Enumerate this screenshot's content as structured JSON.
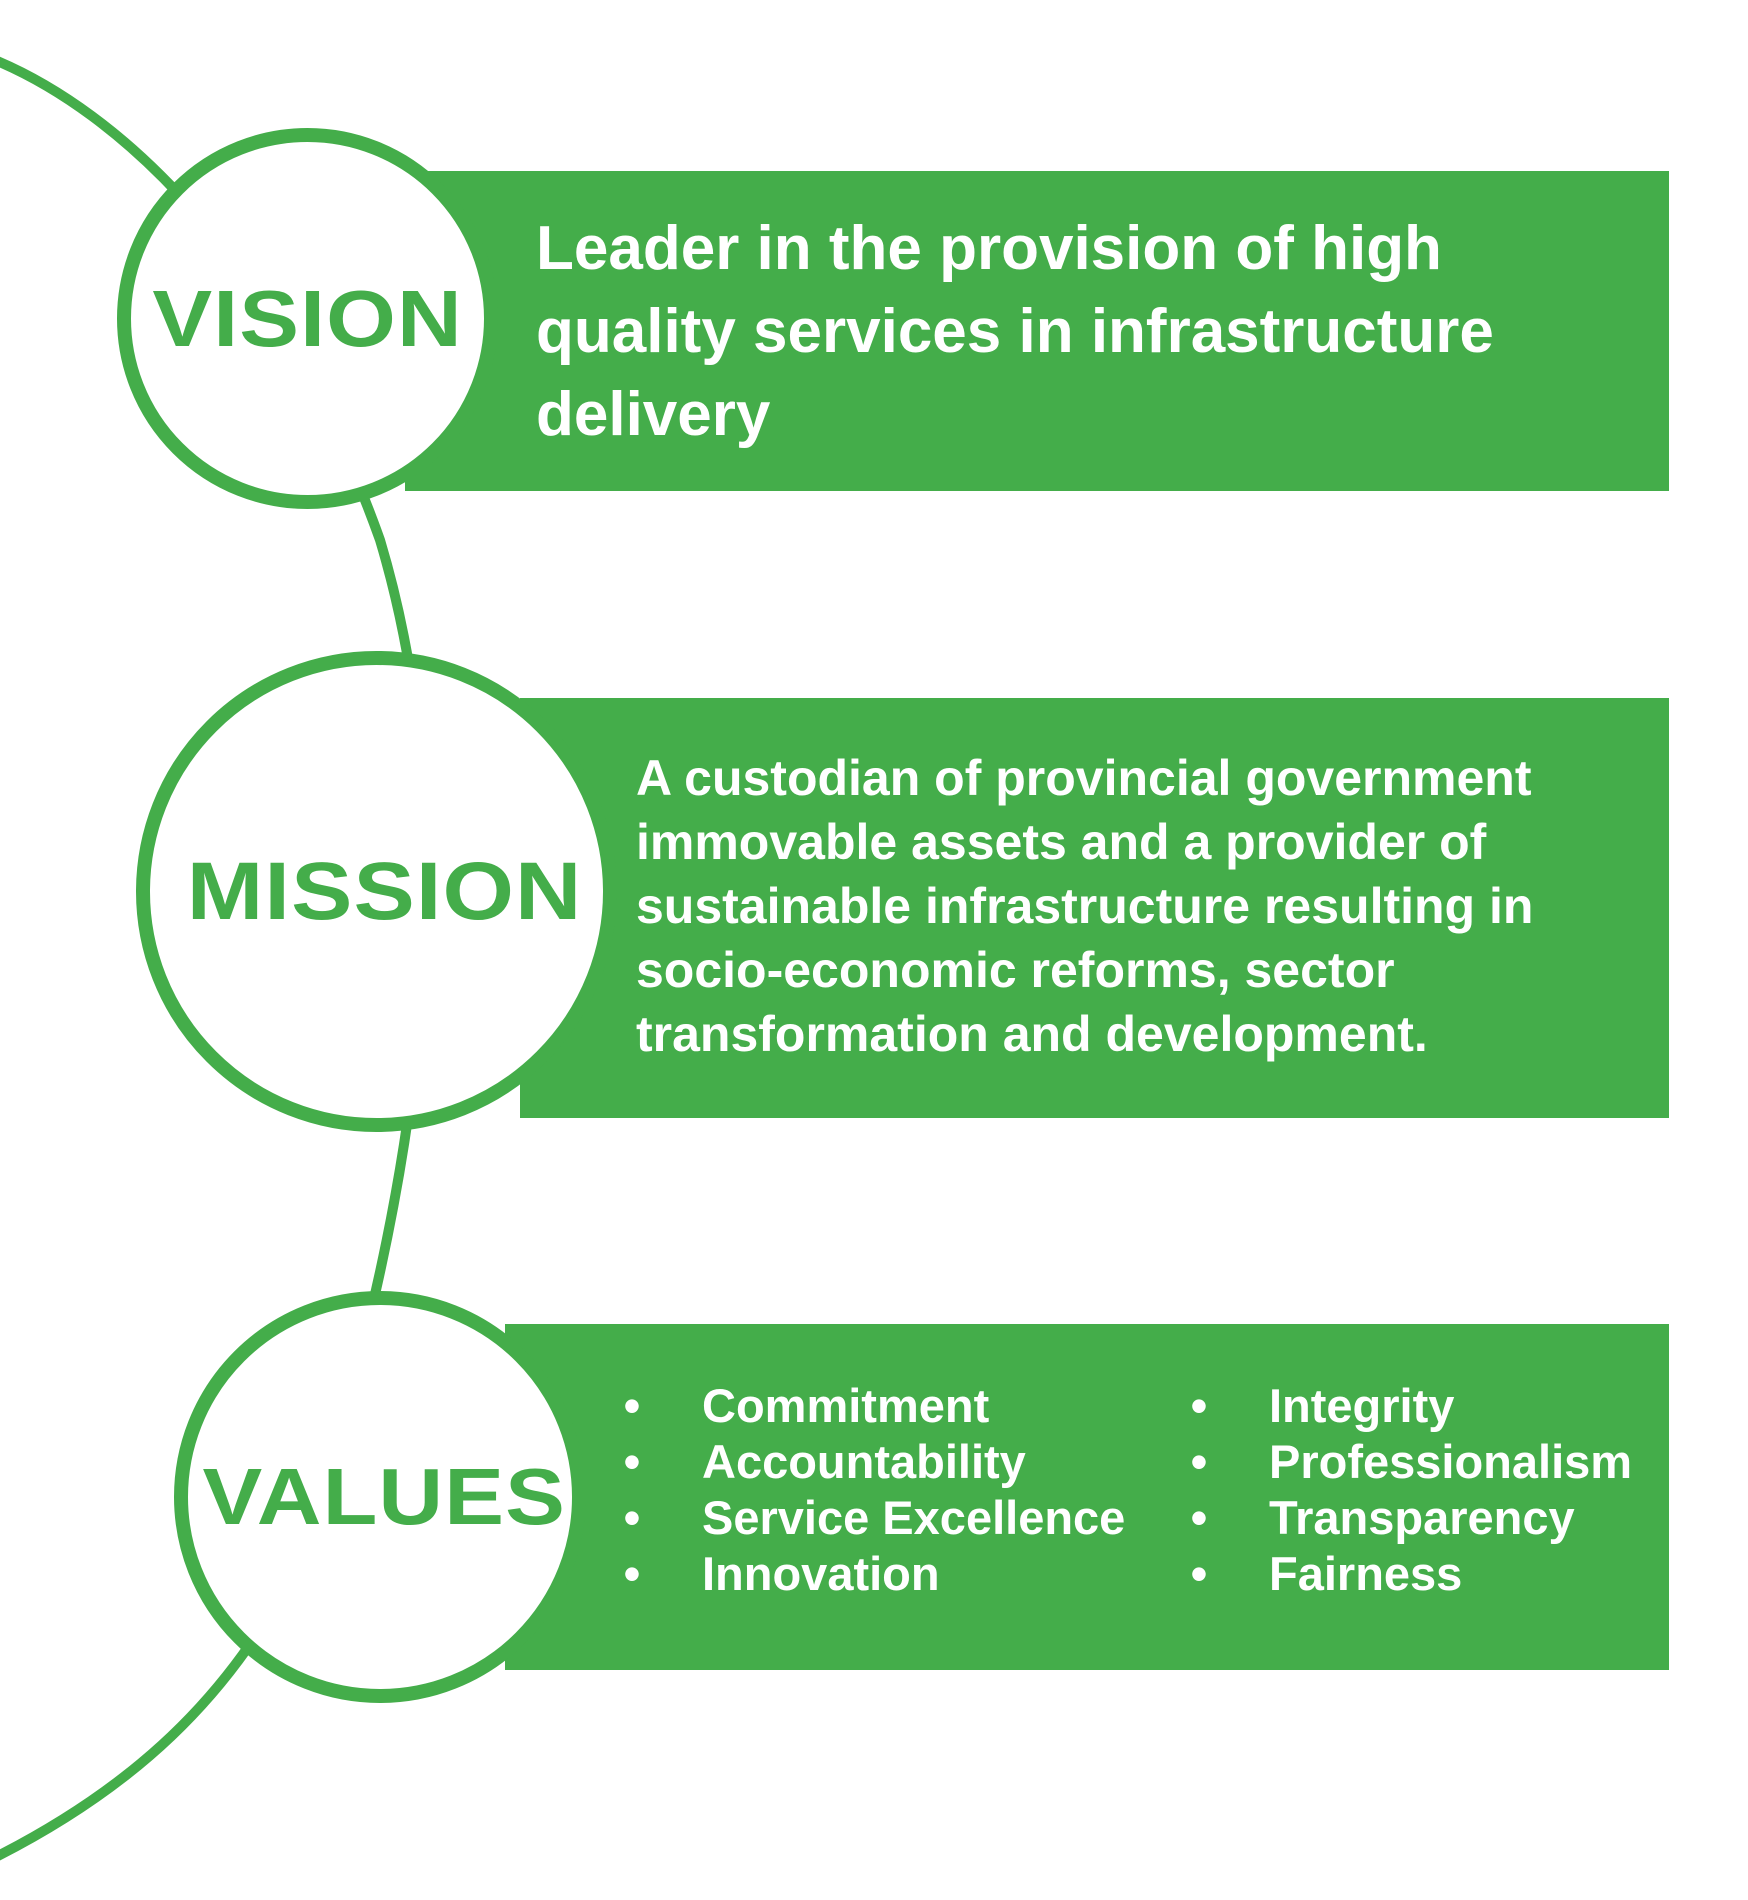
{
  "colors": {
    "accent_green": "#44ad4a",
    "text_on_green": "#ffffff",
    "background": "#ffffff"
  },
  "vision": {
    "label": "VISION",
    "text": "Leader in the provision of high quality services in infrastructure delivery"
  },
  "mission": {
    "label": "MISSION",
    "text": "A custodian of provincial government immovable assets and a provider of sustainable infrastructure resulting in socio-economic reforms, sector transformation and development."
  },
  "values": {
    "label": "VALUES",
    "bullet_glyph": "•",
    "column_1": [
      "Commitment",
      "Accountability",
      "Service Excellence",
      "Innovation"
    ],
    "column_2": [
      "Integrity",
      "Professionalism",
      "Transparency",
      "Fairness"
    ]
  }
}
